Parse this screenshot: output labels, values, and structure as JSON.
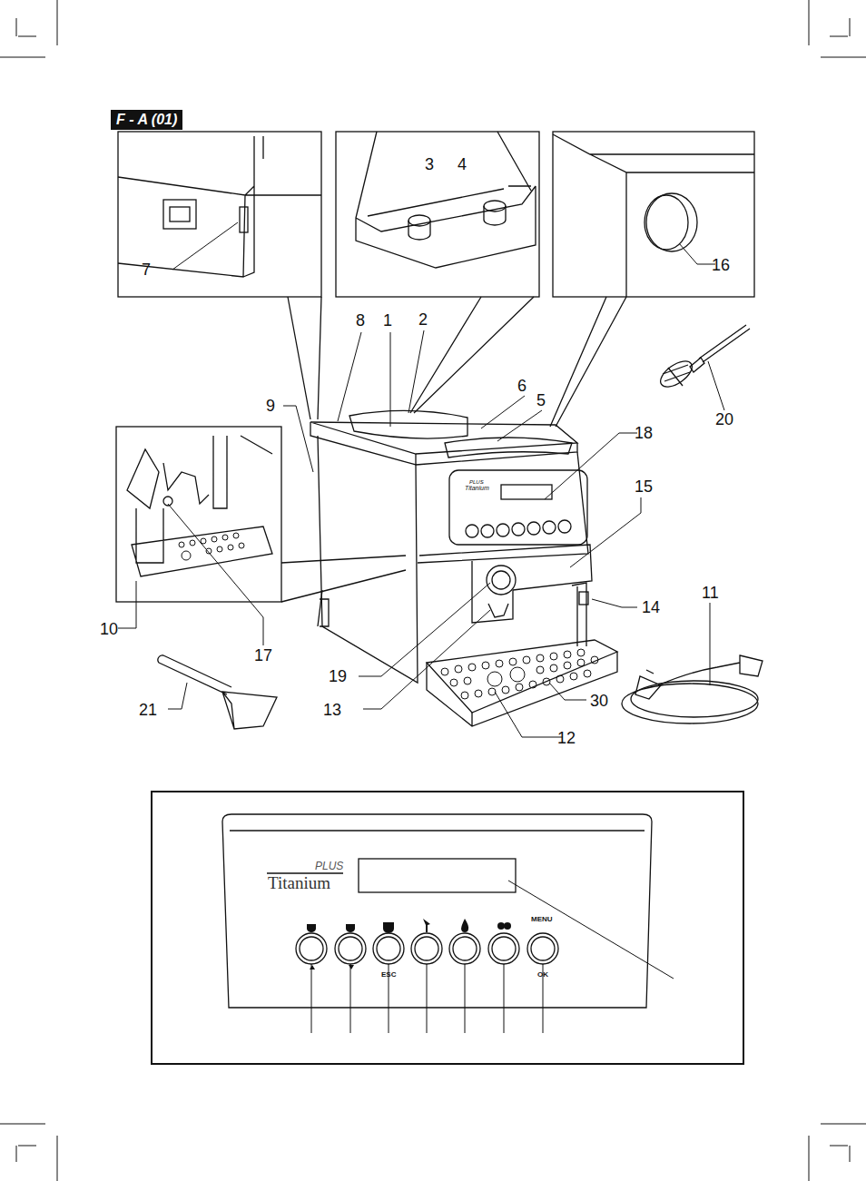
{
  "diagram": {
    "nodes": [
      {
        "text": [
          "F - A (01)"
        ]
      }
    ],
    "labels": [
      "3",
      "4",
      "16",
      "7",
      "8",
      "1",
      "2",
      "6",
      "5",
      "18",
      "9",
      "20",
      "15",
      "10",
      "17",
      "19",
      "14",
      "11",
      "21",
      "13",
      "30",
      "12",
      "PLUS",
      "Titanium",
      "PLUS",
      "Titanium",
      "ESC",
      "MENU",
      "OK"
    ]
  }
}
